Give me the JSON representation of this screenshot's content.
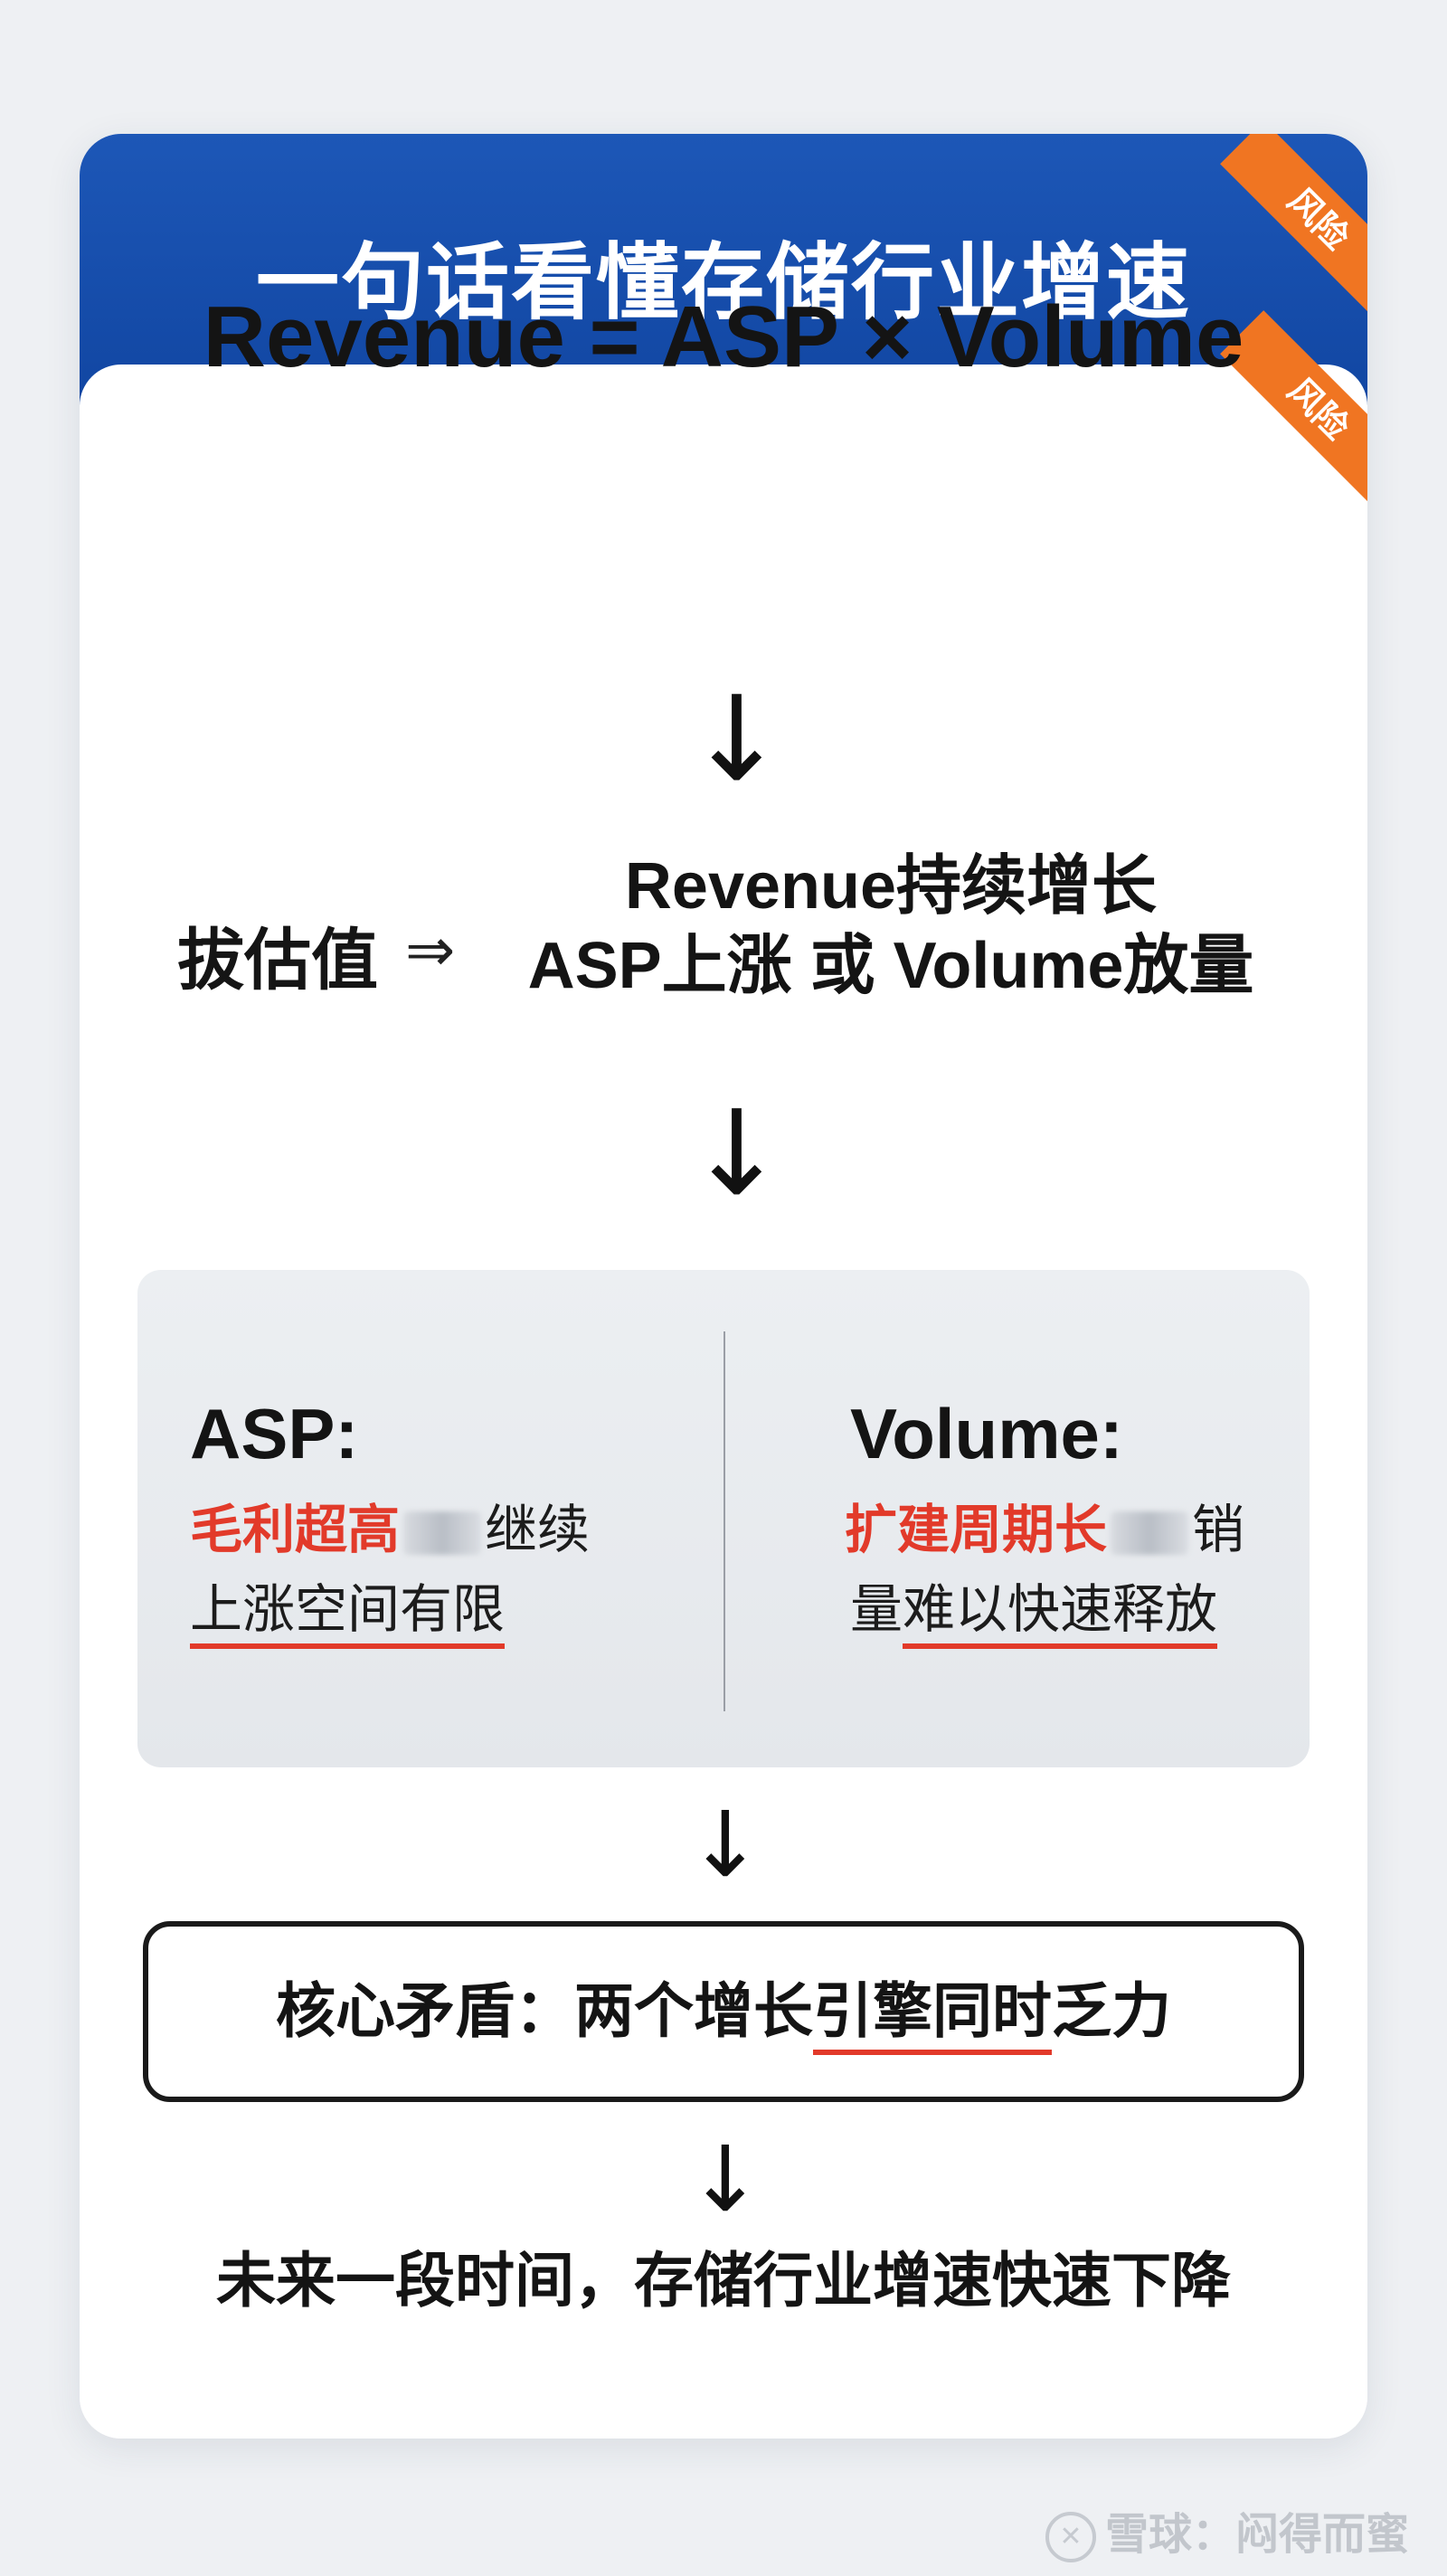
{
  "card": {
    "title": "一句话看懂存储行业增速",
    "corner_tags": [
      "风险",
      "风险"
    ],
    "accent_color": "#1146a2",
    "tag_color": "#f07522"
  },
  "formula": "Revenue = ASP × Volume",
  "arrow_symbol": "↓",
  "valuation": {
    "label": "拔估值",
    "implies": "⇒",
    "line1": "Revenue持续增长",
    "line2": "ASP上涨 或 Volume放量"
  },
  "asp": {
    "title": "ASP:",
    "highlight": "毛利超高",
    "tail": "继续",
    "line2": "上涨空间有限"
  },
  "volume": {
    "title": "Volume:",
    "highlight": "扩建周期长",
    "tail": "销",
    "line2_plain": "量",
    "line2_underlined": "难以快速释放"
  },
  "core": {
    "prefix": "核心矛盾：两个增长",
    "u1": "引擎",
    "u2": "同时",
    "suffix": "乏力"
  },
  "conclusion": "未来一段时间，存储行业增速快速下降",
  "watermark": {
    "icon": "✕",
    "text": "雪球：闷得而蜜"
  },
  "highlight_color": "#e23a2a"
}
